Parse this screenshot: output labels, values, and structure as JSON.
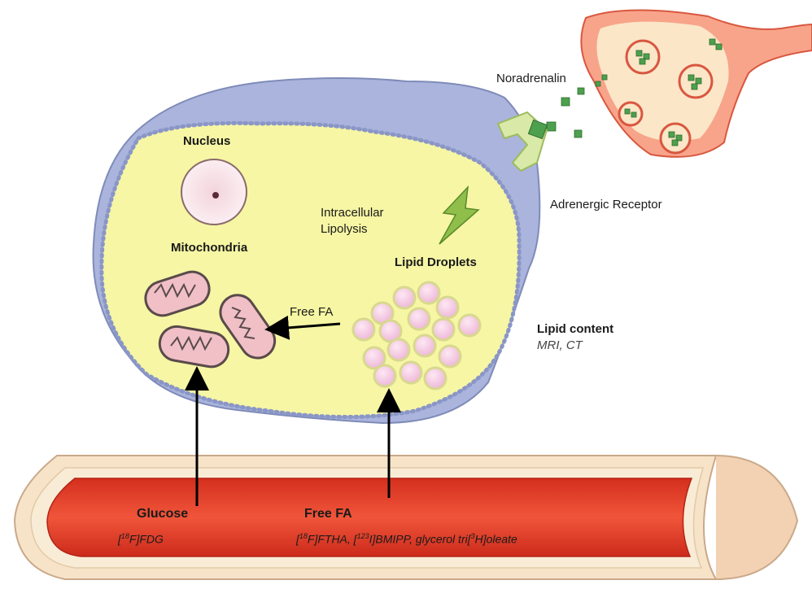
{
  "labels": {
    "nucleus": "Nucleus",
    "mitochondria": "Mitochondria",
    "intracellular_lipolysis_1": "Intracellular",
    "intracellular_lipolysis_2": "Lipolysis",
    "lipid_droplets": "Lipid Droplets",
    "free_fa_inner": "Free FA",
    "lipid_content": "Lipid content",
    "lipid_content_methods": "MRI, CT",
    "noradrenalin": "Noradrenalin",
    "adrenergic_receptor": "Adrenergic Receptor",
    "glucose": "Glucose",
    "free_fa_vessel": "Free FA"
  },
  "tracers": {
    "glucose": {
      "open": "[",
      "sup1": "18",
      "rest": "F]FDG"
    },
    "free_fa": {
      "p1_open": "[",
      "p1_sup": "18",
      "p1_rest": "F]FTHA, [",
      "p2_sup": "123",
      "p2_rest": "I]BMIPP, glycerol tri[",
      "p3_sup": "3",
      "p3_rest": "H]oleate"
    }
  },
  "colors": {
    "cytoplasm": "#f6f6a4",
    "membrane_outer": "#aab4dc",
    "vessel_red": "#e8432c",
    "neuron": "#f6a58c",
    "droplet": "#f4c8e2",
    "mito": "#f0c0c6",
    "receptor": "#d9e9a7",
    "vesicle_cube": "#4da04d"
  }
}
